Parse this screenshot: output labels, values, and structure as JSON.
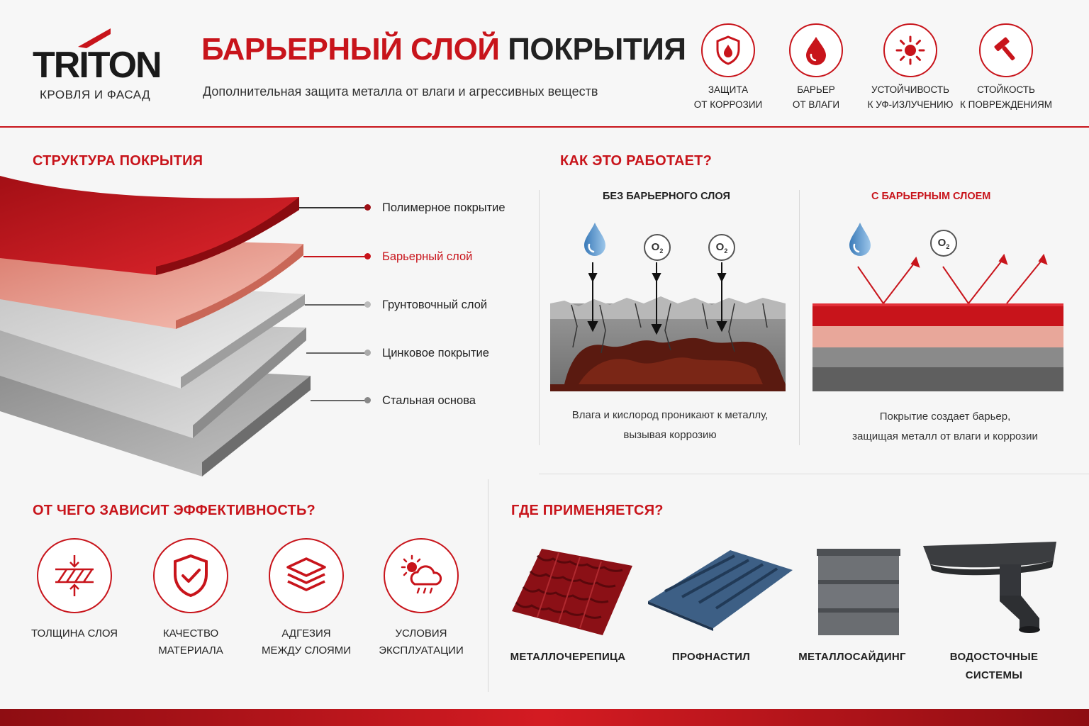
{
  "brand": {
    "logo_text": "TRITON",
    "tagline": "КРОВЛЯ И ФАСАД"
  },
  "header": {
    "title_red": "БАРЬЕРНЫЙ СЛОЙ",
    "title_dark": "ПОКРЫТИЯ",
    "subtitle": "Дополнительная защита металла от влаги и агрессивных веществ"
  },
  "features": [
    {
      "icon": "shield-drop-icon",
      "line1": "ЗАЩИТА",
      "line2": "ОТ КОРРОЗИИ"
    },
    {
      "icon": "drop-icon",
      "line1": "БАРЬЕР",
      "line2": "ОТ ВЛАГИ"
    },
    {
      "icon": "sun-icon",
      "line1": "УСТОЙЧИВОСТЬ",
      "line2": "К УФ-ИЗЛУЧЕНИЮ"
    },
    {
      "icon": "hammer-icon",
      "line1": "СТОЙКОСТЬ",
      "line2": "К ПОВРЕЖДЕНИЯМ"
    }
  ],
  "structure": {
    "title": "СТРУКТУРА ПОКРЫТИЯ",
    "layers": [
      {
        "label": "Полимерное покрытие",
        "color": "#c8141b"
      },
      {
        "label": "Барьерный слой",
        "color": "#e8a79a"
      },
      {
        "label": "Грунтовочный слой",
        "color": "#d9d9d9"
      },
      {
        "label": "Цинковое покрытие",
        "color": "#b8b8b8"
      },
      {
        "label": "Стальная основа",
        "color": "#8f8f8f"
      }
    ]
  },
  "how": {
    "title": "КАК ЭТО РАБОТАЕТ?",
    "without": {
      "heading": "БЕЗ БАРЬЕРНОГО СЛОЯ",
      "caption_line1": "Влага и кислород проникают к металлу,",
      "caption_line2": "вызывая коррозию"
    },
    "with": {
      "heading": "С БАРЬЕРНЫМ СЛОЕМ",
      "caption_line1": "Покрытие создает барьер,",
      "caption_line2": "защищая металл от влаги и коррозии"
    },
    "oxygen_symbol": "O",
    "oxygen_subscript": "2"
  },
  "efficiency": {
    "title": "ОТ ЧЕГО ЗАВИСИТ ЭФФЕКТИВНОСТЬ?",
    "items": [
      {
        "icon": "thickness-icon",
        "line1": "ТОЛЩИНА СЛОЯ",
        "line2": ""
      },
      {
        "icon": "shield-check-icon",
        "line1": "КАЧЕСТВО",
        "line2": "МАТЕРИАЛА"
      },
      {
        "icon": "layers-icon",
        "line1": "АДГЕЗИЯ",
        "line2": "МЕЖДУ СЛОЯМИ"
      },
      {
        "icon": "weather-icon",
        "line1": "УСЛОВИЯ",
        "line2": "ЭКСПЛУАТАЦИИ"
      }
    ]
  },
  "applications": {
    "title": "ГДЕ ПРИМЕНЯЕТСЯ?",
    "items": [
      {
        "image": "metal-tile-image",
        "line1": "МЕТАЛЛОЧЕРЕПИЦА",
        "line2": ""
      },
      {
        "image": "corrugated-sheet-image",
        "line1": "ПРОФНАСТИЛ",
        "line2": ""
      },
      {
        "image": "metal-siding-image",
        "line1": "МЕТАЛЛОСАЙДИНГ",
        "line2": ""
      },
      {
        "image": "gutter-system-image",
        "line1": "ВОДОСТОЧНЫЕ",
        "line2": "СИСТЕМЫ"
      }
    ]
  },
  "colors": {
    "accent": "#c8141b",
    "barrier": "#e8a79a",
    "rust": "#6b1f14"
  }
}
